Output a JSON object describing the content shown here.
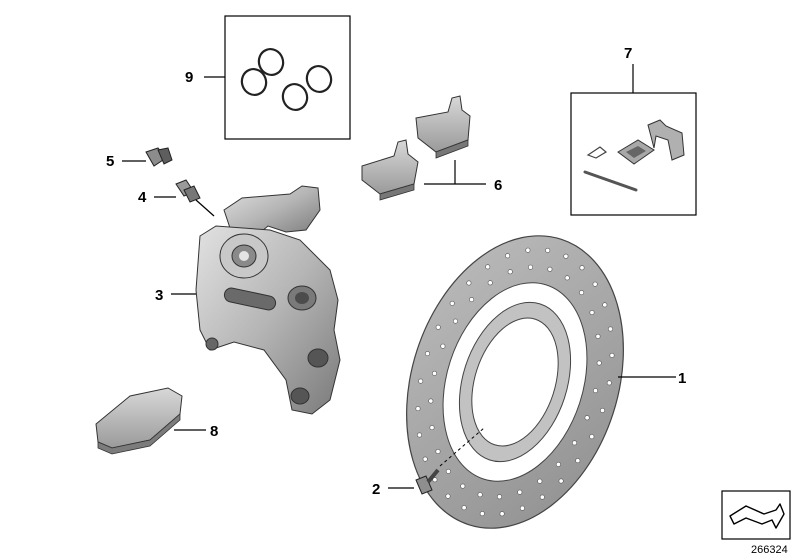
{
  "callouts": {
    "c1": "1",
    "c2": "2",
    "c3": "3",
    "c4": "4",
    "c5": "5",
    "c6": "6",
    "c7": "7",
    "c8": "8",
    "c9": "9"
  },
  "document_number": "266324",
  "icons": {
    "brake_disc": "brake-disc-icon",
    "disc_bolt": "bolt-icon",
    "caliper": "brake-caliper-icon",
    "bleeder_valve": "bleeder-valve-icon",
    "bleeder_cap": "dust-cap-icon",
    "brake_pads": "brake-pad-icon",
    "pad_retaining_kit": "retaining-kit-icon",
    "caliper_cover": "cover-plate-icon",
    "o_rings": "o-ring-icon",
    "nav_arrow": "navigation-arrow-icon"
  },
  "colors": {
    "metal_light": "#c9c9c9",
    "metal_mid": "#9e9e9e",
    "metal_dark": "#6e6e6e",
    "line": "#000000"
  }
}
